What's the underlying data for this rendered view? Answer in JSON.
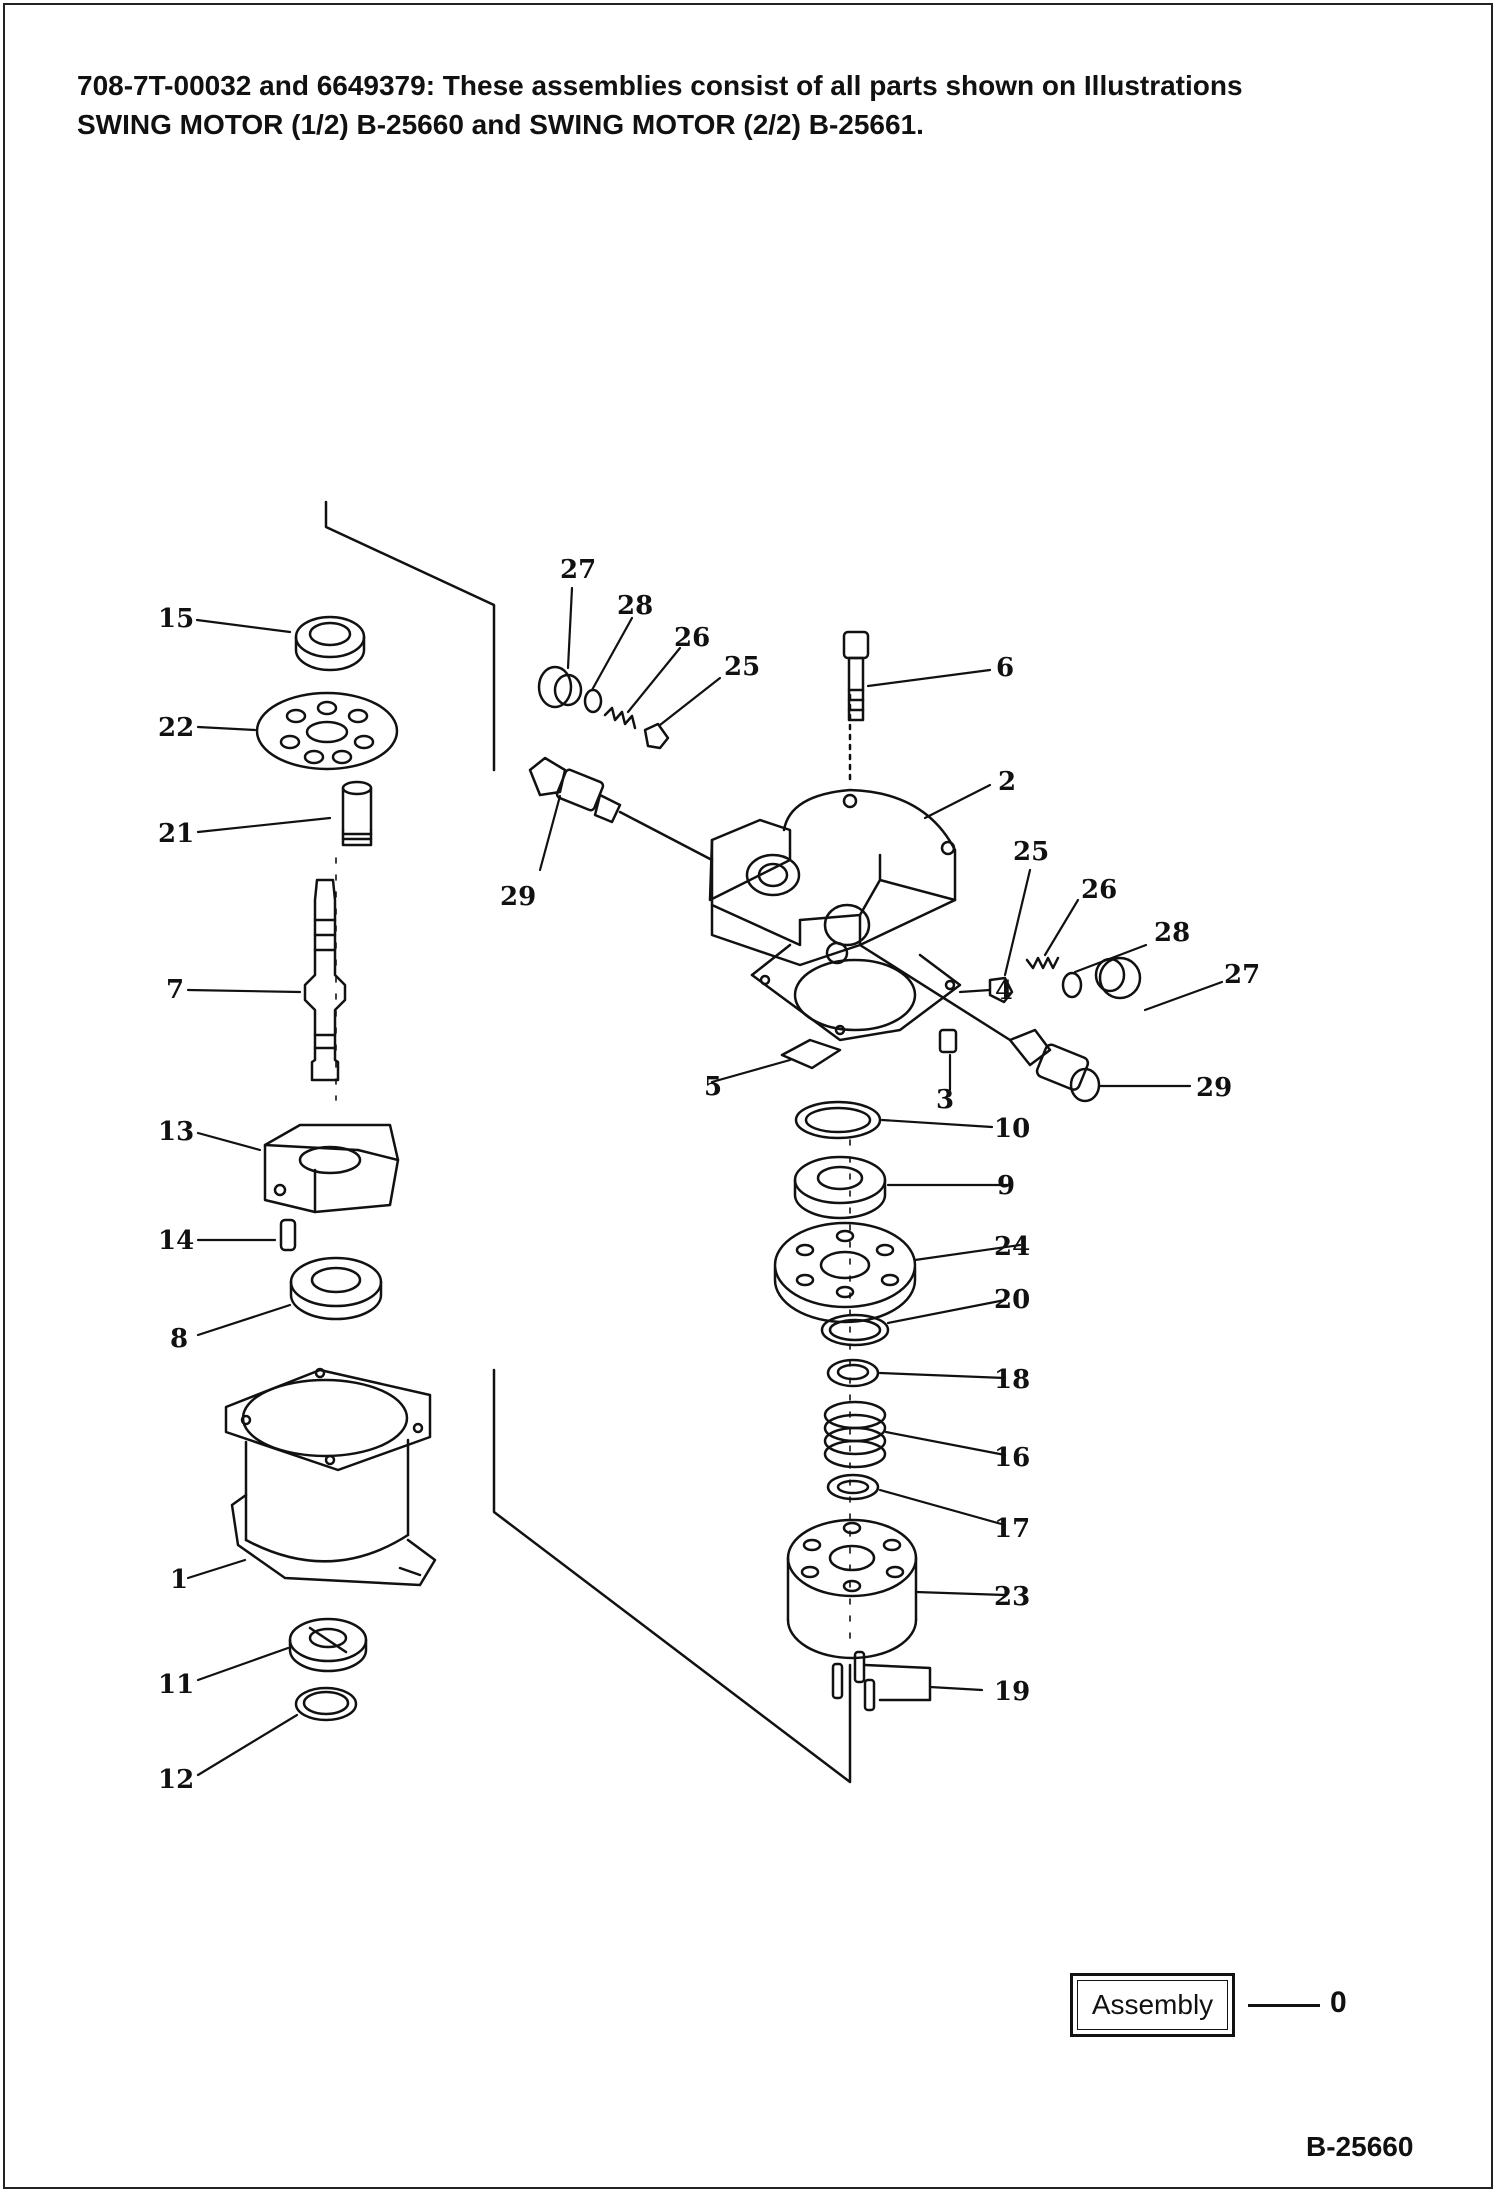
{
  "header": {
    "line1": "708-7T-00032 and 6649379: These assemblies consist of all parts shown on Illustrations",
    "line2": "SWING MOTOR (1/2) B-25660 and SWING MOTOR (2/2) B-25661."
  },
  "callouts": {
    "c15": "15",
    "c22": "22",
    "c21": "21",
    "c7": "7",
    "c13": "13",
    "c14": "14",
    "c8": "8",
    "c1": "1",
    "c11": "11",
    "c12": "12",
    "c27a": "27",
    "c28a": "28",
    "c26a": "26",
    "c25a": "25",
    "c29a": "29",
    "c6": "6",
    "c2": "2",
    "c25b": "25",
    "c26b": "26",
    "c28b": "28",
    "c27b": "27",
    "c4": "4",
    "c5": "5",
    "c3": "3",
    "c29b": "29",
    "c10": "10",
    "c9": "9",
    "c24": "24",
    "c20": "20",
    "c18": "18",
    "c16": "16",
    "c17": "17",
    "c23": "23",
    "c19": "19"
  },
  "legend": {
    "label": "Assembly",
    "value": "0"
  },
  "figure_id": "B-25660"
}
